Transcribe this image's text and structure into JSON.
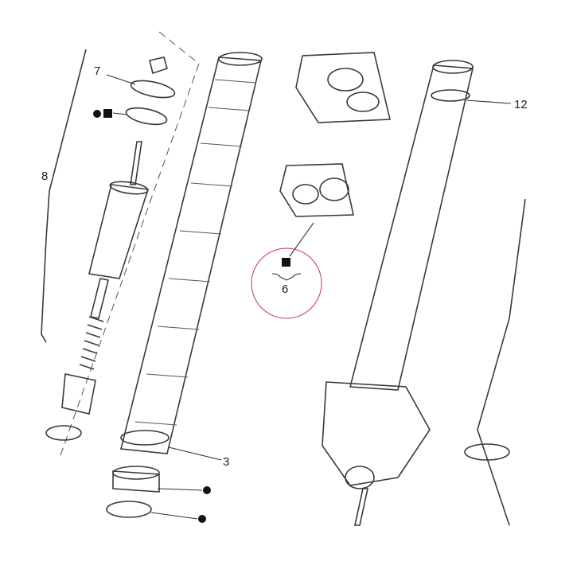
{
  "labels": {
    "part_7": "7",
    "part_3": "3",
    "part_6": "6",
    "part_12": "12",
    "part_8_partial": "8"
  },
  "callout": {
    "ring_color": "#c0394b"
  },
  "colors": {
    "line": "#3a3a3a",
    "shade": "#e6e6e6",
    "shade_dark": "#9a9a9a",
    "marker": "#111111"
  }
}
